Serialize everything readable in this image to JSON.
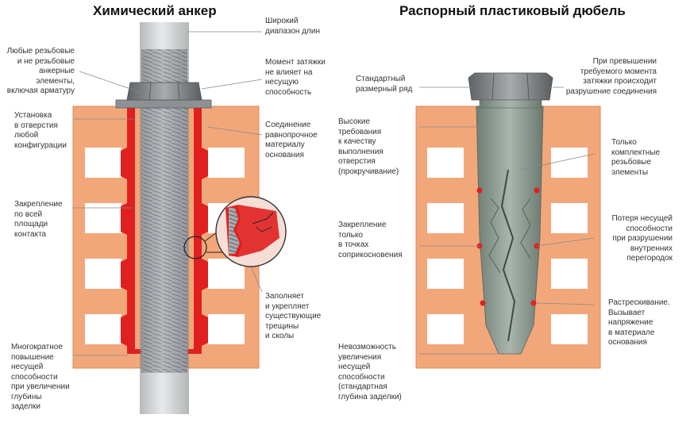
{
  "left_panel": {
    "title": "Химический анкер",
    "labels_left": {
      "threads": "Любые резьбовые\nи не резьбовые\nанкерные элементы,\nвключая арматуру",
      "install": "Установка\nв отверстия\nлюбой\nконфигурации",
      "fixing": "Закрепление\nпо всей\nплощади\nконтакта",
      "capacity": "Многократное\nповышение\nнесущей\nспособности\nпри увеличении\nглубины\nзаделки"
    },
    "labels_right": {
      "lengths": "Широкий\nдиапазон длин",
      "torque": "Момент затяжки\nне влияет на\nнесущую\nспособность",
      "connection": "Соединение\nравнопрочное\nматериалу\nоснования",
      "fills": "Заполняет\nи укрепляет\nсуществующие\nтрещины\nи сколы"
    }
  },
  "right_panel": {
    "title": "Распорный пластиковый дюбель",
    "labels_left": {
      "standard": "Стандартный\nразмерный ряд",
      "requirements": "Высокие\nтребования\nк качеству\nвыполнения\nотверстия\n(прокручивание)",
      "points": "Закрепление\nтолько\nв точках\nсоприкосновения",
      "impossible": "Невозможность\nувеличения\nнесущей\nспособности\n(стандартная\nглубина заделки)"
    },
    "labels_right": {
      "exceed": "При превышении\nтребуемого момента\nзатяжки происходит\nразрушение соединения",
      "only_complete": "Только\nкомплектные\nрезьбовые\nэлементы",
      "loss": "Потеря несущей\nспособности\nпри разрушении\nвнутренних\nперегородок",
      "cracking": "Растрескивание.\nВызывает\nнапряжение\nв материале\nоснования"
    }
  },
  "colors": {
    "brick": "#f2a77a",
    "brick_edge": "#d9895c",
    "resin": "#e02020",
    "steel": "#9a9ea2",
    "dowel": "#7f8f85",
    "leader": "#888888"
  }
}
